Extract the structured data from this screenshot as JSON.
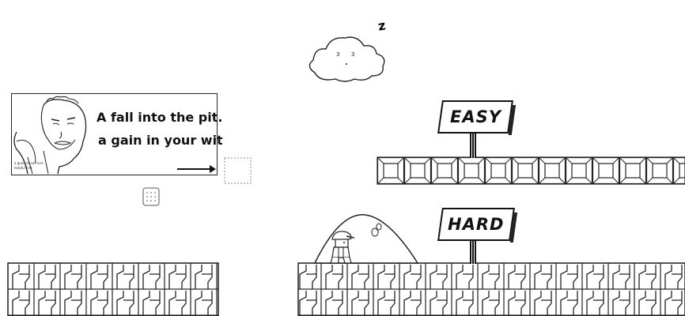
{
  "billboard": {
    "line1": "A fall into the pit.",
    "line2": "a gain in your wit",
    "small_caption": "a good lesson and helpful hint"
  },
  "signs": {
    "easy": "EASY",
    "hard": "HARD"
  },
  "cloud": {
    "sleep_glyph": "z"
  },
  "colors": {
    "ink": "#111111",
    "background": "#ffffff",
    "hill": "#ffffff"
  },
  "icons": [
    "arrow-right-icon",
    "cloud-icon",
    "player-character",
    "question-block-icon",
    "hidden-block-icon"
  ]
}
